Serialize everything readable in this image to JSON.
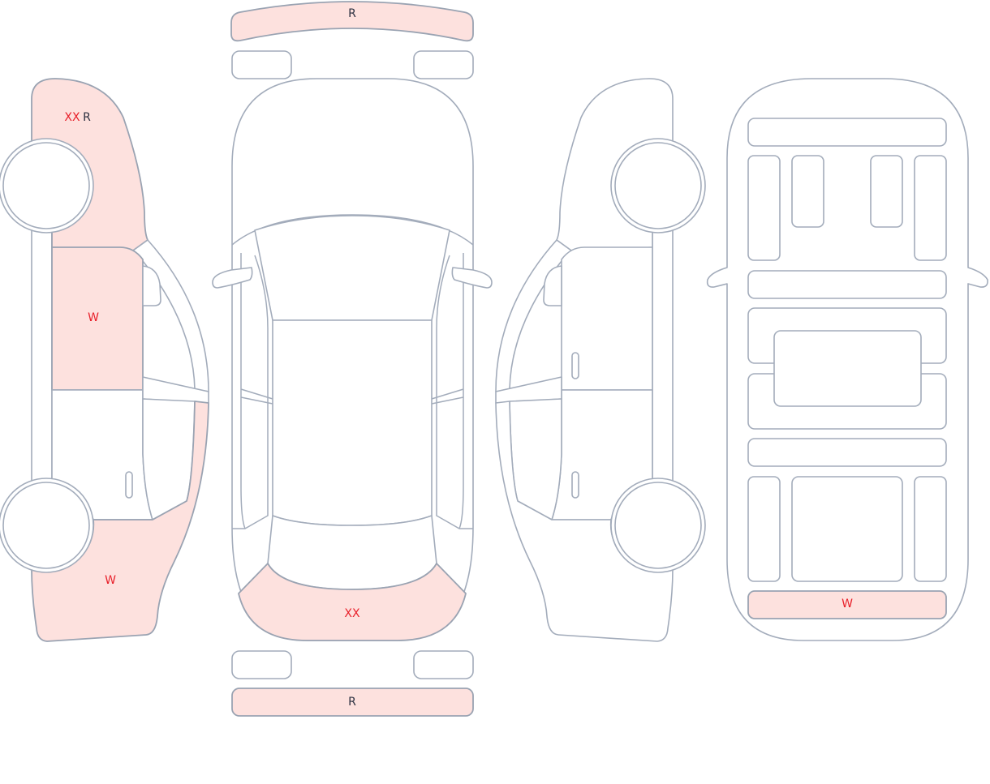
{
  "colors": {
    "damaged_fill": "#fde1de",
    "outline": "#a3acbb",
    "damage_code": "#e8202a",
    "repair_code": "#2b3040"
  },
  "views": {
    "left_side": {
      "front_fender": {
        "codes": [
          "XX",
          "R"
        ]
      },
      "front_door": {
        "codes": [
          "W"
        ]
      },
      "rear_quarter": {
        "codes": [
          "W"
        ]
      }
    },
    "top": {
      "front_bumper": {
        "codes": [
          "R"
        ]
      },
      "trunk": {
        "codes": [
          "XX"
        ]
      },
      "rear_bumper": {
        "codes": [
          "R"
        ]
      }
    },
    "underside": {
      "rear_panel": {
        "codes": [
          "W"
        ]
      }
    }
  }
}
